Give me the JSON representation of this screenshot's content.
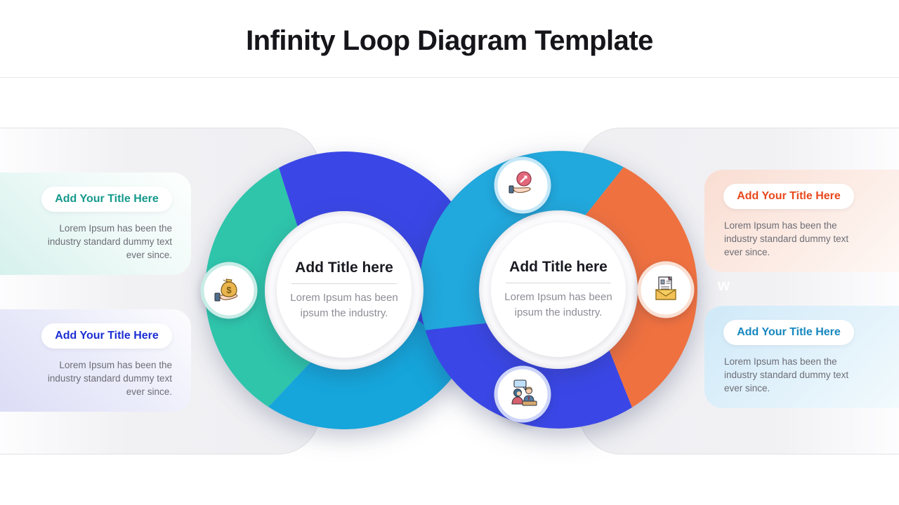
{
  "header": {
    "title": "Infinity Loop Diagram Template"
  },
  "watermark": {
    "text": "w"
  },
  "cards": {
    "left_top": {
      "title": "Add Your Title Here",
      "body": "Lorem Ipsum has been the industry standard dummy text ever since.",
      "accent_color": "#16998c"
    },
    "left_bottom": {
      "title": "Add Your Title Here",
      "body": "Lorem Ipsum has been the industry standard dummy text ever since.",
      "accent_color": "#1c2fd2"
    },
    "right_top": {
      "title": "Add Your Title Here",
      "body": "Lorem Ipsum has been the industry standard dummy text ever since.",
      "accent_color": "#e8481c"
    },
    "right_bottom": {
      "title": "Add Your Title Here",
      "body": "Lorem Ipsum has been the industry standard dummy text ever since.",
      "accent_color": "#1687bf"
    }
  },
  "loop_left": {
    "title": "Add Title here",
    "body": "Lorem Ipsum has been ipsum the industry.",
    "segment_colors": {
      "teal": "#2ec5ab",
      "blue": "#3a47e6",
      "cyan": "#16a6db"
    },
    "icon": "money-in-hand-icon"
  },
  "loop_right": {
    "title": "Add Title here",
    "body": "Lorem Ipsum has been ipsum the industry.",
    "segment_colors": {
      "cyan": "#21a8dc",
      "orange": "#ef7140",
      "blue": "#3a47e6"
    },
    "icons": {
      "top": "hand-growth-arrow-icon",
      "right": "mail-resume-icon",
      "bottom": "discussion-icon"
    }
  }
}
